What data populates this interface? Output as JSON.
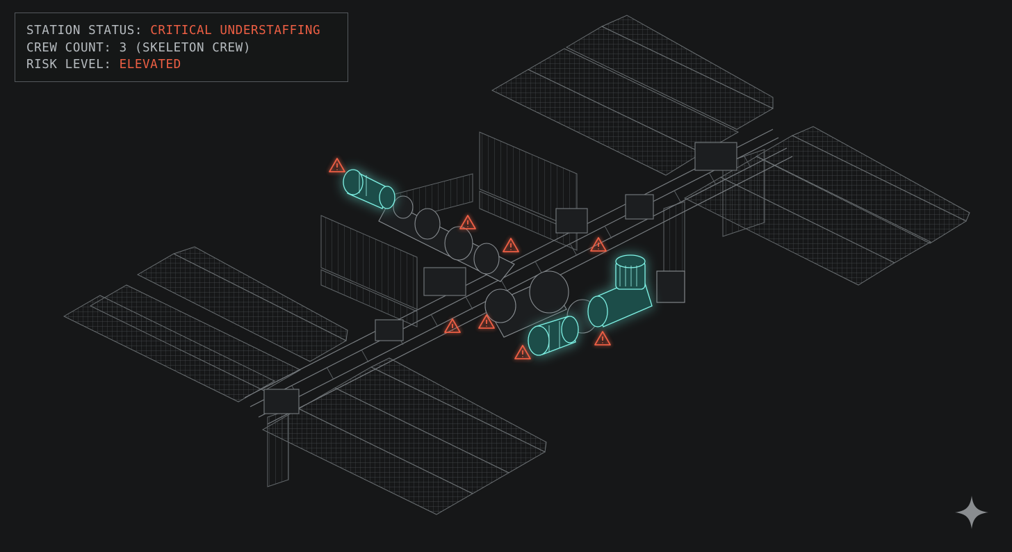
{
  "status_panel": {
    "station_status_label": "STATION STATUS: ",
    "station_status_value": "CRITICAL UNDERSTAFFING",
    "crew_count_label": "CREW COUNT: ",
    "crew_count_value": "3 (SKELETON CREW)",
    "risk_level_label": "RISK LEVEL: ",
    "risk_level_value": "ELEVATED"
  },
  "colors": {
    "background": "#161718",
    "wireframe": "#6b7073",
    "panel_border": "#55595d",
    "text": "#b7bcc0",
    "alert": "#ee5f44",
    "highlight_module": "#4fd6c8",
    "sparkle": "#8a8d90"
  },
  "icons": {
    "warning": "warning-triangle-icon",
    "corner_mark": "sparkle-icon"
  }
}
